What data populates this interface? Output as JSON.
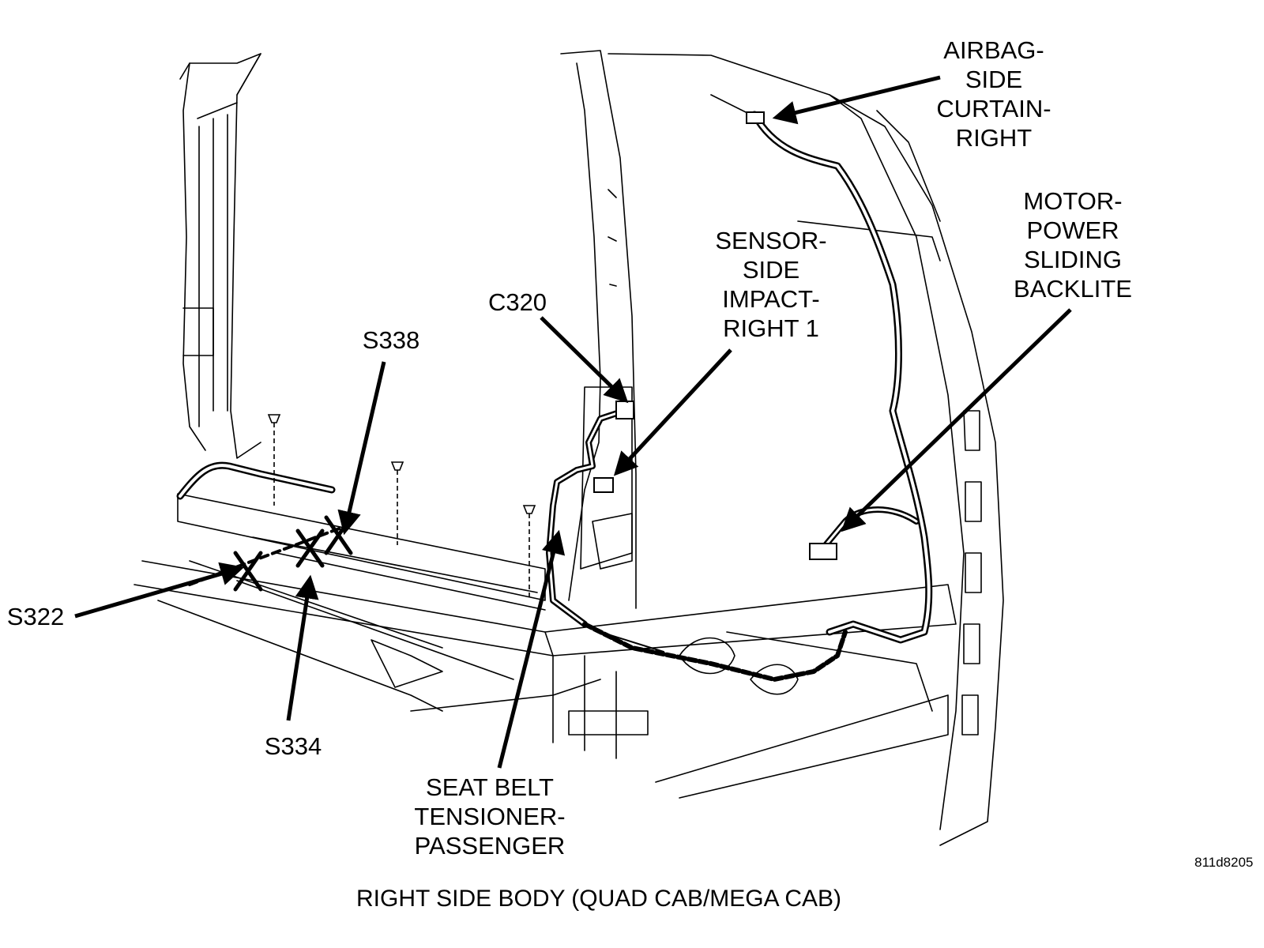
{
  "figure_id": "811d8205",
  "caption": "RIGHT SIDE BODY  (QUAD CAB/MEGA CAB)",
  "callouts": {
    "airbag": [
      "AIRBAG-",
      "SIDE",
      "CURTAIN-",
      "RIGHT"
    ],
    "motor": [
      "MOTOR-",
      "POWER",
      "SLIDING",
      "BACKLITE"
    ],
    "sensor": [
      "SENSOR-",
      "SIDE",
      "IMPACT-",
      "RIGHT 1"
    ],
    "c320": [
      "C320"
    ],
    "s338": [
      "S338"
    ],
    "s322": [
      "S322"
    ],
    "s334": [
      "S334"
    ],
    "seatbelt": [
      "SEAT BELT",
      "TENSIONER-",
      "PASSENGER"
    ]
  },
  "colors": {
    "ink": "#000000",
    "paper": "#ffffff"
  }
}
